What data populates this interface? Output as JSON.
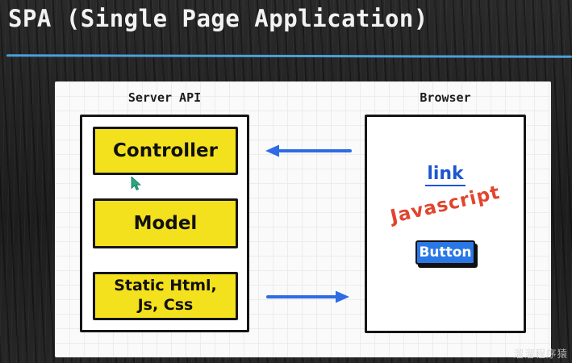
{
  "title": "SPA (Single Page Application)",
  "whiteboard": {
    "server": {
      "label": "Server API",
      "boxes": [
        "Controller",
        "Model",
        "Static Html,\nJs, Css"
      ]
    },
    "browser": {
      "label": "Browser",
      "link_label": "link",
      "javascript_label": "Javascript",
      "button_label": "Button"
    },
    "arrows": [
      {
        "name": "browser-to-controller",
        "direction": "left"
      },
      {
        "name": "static-to-browser",
        "direction": "right"
      }
    ]
  },
  "watermark": "溜溜程序猿",
  "colors": {
    "title_underline": "#4aa0d9",
    "arrow_blue": "#2e6be4",
    "box_yellow": "#f4e11d",
    "button_blue": "#2a78e6",
    "javascript_red": "#e2452f",
    "link_blue": "#1e56cf",
    "cursor_teal": "#2aa77e",
    "background_dark": "#212121",
    "whiteboard_bg": "#fafafa"
  }
}
